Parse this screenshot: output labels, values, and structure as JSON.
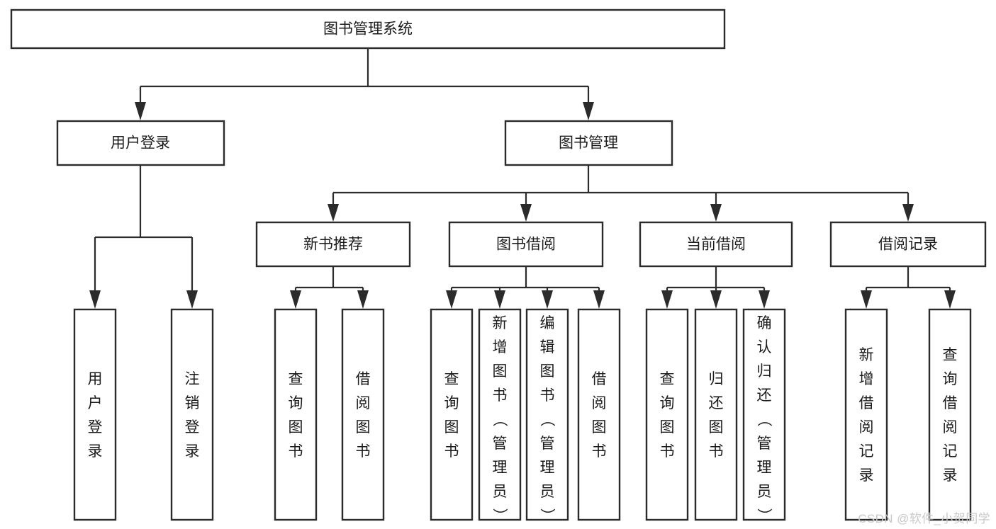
{
  "diagram": {
    "type": "tree-hierarchy",
    "title": "图书管理系统",
    "watermark": "CSDN @软件_小贺同学",
    "colors": {
      "stroke": "#2b2b2b",
      "fill": "#ffffff",
      "text": "#1b1b1b",
      "watermark": "#c9c9c9",
      "background": "#ffffff"
    },
    "levels": {
      "root": {
        "label": "图书管理系统"
      },
      "level2": [
        {
          "label": "用户登录"
        },
        {
          "label": "图书管理"
        }
      ],
      "level3": [
        {
          "label": "新书推荐"
        },
        {
          "label": "图书借阅"
        },
        {
          "label": "当前借阅"
        },
        {
          "label": "借阅记录"
        }
      ],
      "leaves": [
        {
          "label": "用户登录",
          "parent": "用户登录"
        },
        {
          "label": "注销登录",
          "parent": "用户登录"
        },
        {
          "label": "查询图书",
          "parent": "新书推荐"
        },
        {
          "label": "借阅图书",
          "parent": "新书推荐"
        },
        {
          "label": "查询图书",
          "parent": "图书借阅"
        },
        {
          "label": "新增图书（管理员）",
          "parent": "图书借阅"
        },
        {
          "label": "编辑图书（管理员）",
          "parent": "图书借阅"
        },
        {
          "label": "借阅图书",
          "parent": "图书借阅"
        },
        {
          "label": "查询图书",
          "parent": "当前借阅"
        },
        {
          "label": "归还图书",
          "parent": "当前借阅"
        },
        {
          "label": "确认归还（管理员）",
          "parent": "当前借阅"
        },
        {
          "label": "新增借阅记录",
          "parent": "借阅记录"
        },
        {
          "label": "查询借阅记录",
          "parent": "借阅记录"
        }
      ]
    }
  }
}
